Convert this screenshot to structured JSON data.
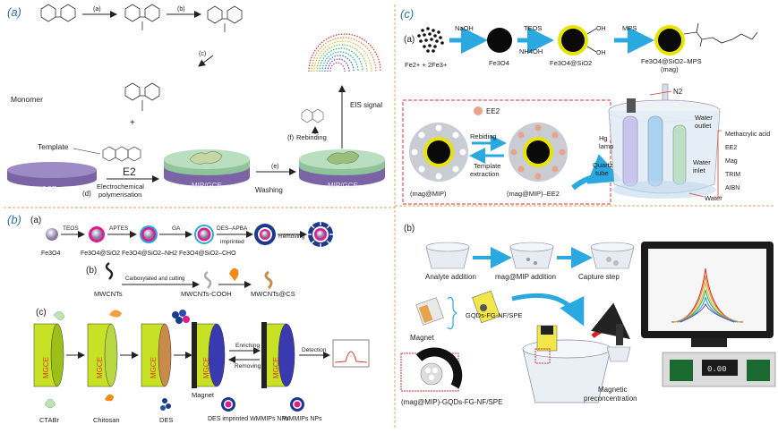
{
  "panels": {
    "a": {
      "tag": "(a)",
      "steps": [
        "(a)",
        "(b)",
        "(c)",
        "(d)",
        "(e)",
        "(f)"
      ],
      "monomer": "Monomer",
      "plus": "+",
      "template": "Template",
      "e2": "E2",
      "gce": "GCE",
      "mipgce": "MIP/GCE",
      "electrochemical": "Electrochemical",
      "polymerisation": "polymerisation",
      "washing": "Washing",
      "rebinding": "Rebinding",
      "eis": "EIS signal"
    },
    "b": {
      "tag": "(b)",
      "sub_a": "(a)",
      "sub_b": "(b)",
      "sub_c": "(c)",
      "reagents": [
        "TEOS",
        "APTES",
        "GA",
        "DES–APBA",
        "imprinted",
        "Removing"
      ],
      "particles": [
        "Fe3O4",
        "Fe3O4@SiO2",
        "Fe3O4@SiO2–NH2",
        "Fe3O4@SiO2–CHO"
      ],
      "cnt_step": "Carboxylated and cutting",
      "cnt_labels": [
        "MWCNTs",
        "MWCNTs-COOH",
        "MWCNTs@CS"
      ],
      "mgce": "MGCE",
      "magnet": "Magnet",
      "enriching": "Enriching",
      "removing": "Removing",
      "detection": "Detection",
      "legend": [
        "CTABr",
        "Chitosan",
        "DES",
        "DES imprinted WMMIPs NPs",
        "WMMIPs NPs"
      ]
    },
    "c": {
      "tag": "(c)",
      "sub_a": "(a)",
      "sub_b": "(b)",
      "ions": "Fe2+ + 2Fe3+",
      "reagents": [
        "NaOH",
        "TEOS",
        "NH4OH",
        "MPS"
      ],
      "particles": [
        "Fe3O4",
        "Fe3O4@SiO2",
        "Fe3O4@SiO2–MPS",
        "(mag)"
      ],
      "oh": "OH",
      "ee2": "EE2",
      "rebiding": "Rebiding",
      "template_extraction": [
        "Template",
        "extraction"
      ],
      "magmip": "(mag@MIP)",
      "magmip_ee2": "(mag@MIP)–EE2",
      "n2": "N2",
      "hg_lamp": [
        "Hg",
        "lamp"
      ],
      "quartz": [
        "Quartz",
        "tube"
      ],
      "water_outlet": [
        "Water",
        "outlet"
      ],
      "water_inlet": [
        "Water",
        "inlet"
      ],
      "water": "Water",
      "chemicals": [
        "Methacrylic acid",
        "EE2",
        "Mag",
        "TRIM",
        "AIBN"
      ],
      "steps": [
        "Analyte addition",
        "mag@MIP addition",
        "Capture step"
      ],
      "magnet": "Magnet",
      "electrode": "GQDs-FG-NF/SPE",
      "magnetic": [
        "Magnetic",
        "preconcentration"
      ],
      "bottom": "(mag@MIP)-GQDs-FG-NF/SPE",
      "display": "0.00"
    }
  }
}
